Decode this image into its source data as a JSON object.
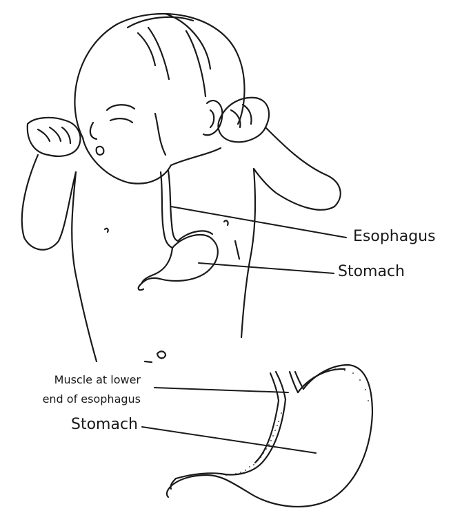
{
  "labels": {
    "esophagus": "Esophagus",
    "stomach_upper": "Stomach",
    "muscle_line1": "Muscle at lower",
    "muscle_line2": "end of esophagus",
    "stomach_lower": "Stomach"
  },
  "colors": {
    "ink": "#1a1a1a",
    "background": "#ffffff"
  }
}
